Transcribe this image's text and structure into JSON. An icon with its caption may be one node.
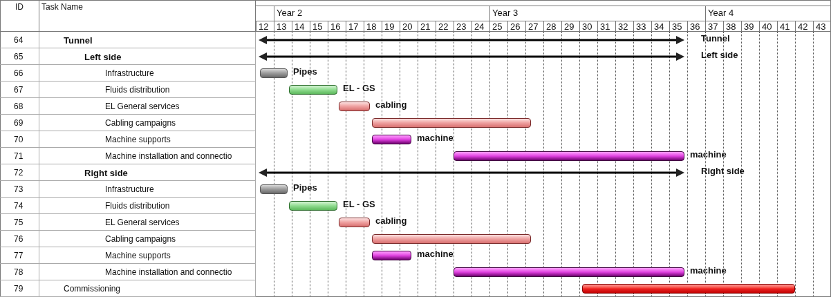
{
  "diagram": {
    "nodes": [
      {
        "text": [],
        "shape": "arrow",
        "beside": [
          "Tunnel"
        ]
      },
      {
        "text": [],
        "shape": "arrow",
        "beside": [
          "Left side"
        ]
      },
      {
        "text": [],
        "shape": "bar",
        "beside": [
          "Pipes"
        ]
      },
      {
        "text": [],
        "shape": "bar",
        "beside": [
          "EL - GS"
        ]
      },
      {
        "text": [],
        "shape": "bar",
        "beside": [
          "cabling"
        ]
      },
      {
        "text": [],
        "shape": "bar"
      },
      {
        "text": [],
        "shape": "bar",
        "beside": [
          "machine"
        ]
      },
      {
        "text": [],
        "shape": "bar",
        "beside": [
          "machine"
        ]
      },
      {
        "text": [],
        "shape": "arrow",
        "beside": [
          "Right side"
        ]
      },
      {
        "text": [],
        "shape": "bar",
        "beside": [
          "Pipes"
        ]
      },
      {
        "text": [],
        "shape": "bar",
        "beside": [
          "EL - GS"
        ]
      },
      {
        "text": [],
        "shape": "bar",
        "beside": [
          "cabling"
        ]
      },
      {
        "text": [],
        "shape": "bar"
      },
      {
        "text": [],
        "shape": "bar",
        "beside": [
          "machine"
        ]
      },
      {
        "text": [],
        "shape": "bar",
        "beside": [
          "machine"
        ]
      },
      {
        "text": [],
        "shape": "bar"
      }
    ],
    "labels": [
      "ID",
      "Task Name",
      "Year 2",
      "Year 3",
      "Year 4",
      "12",
      "13",
      "14",
      "15",
      "16",
      "17",
      "18",
      "19",
      "20",
      "21",
      "22",
      "23",
      "24",
      "25",
      "26",
      "27",
      "28",
      "29",
      "30",
      "31",
      "32",
      "33",
      "34",
      "35",
      "36",
      "37",
      "38",
      "39",
      "40",
      "41",
      "42",
      "43",
      "64",
      "Tunnel",
      "65",
      "Left side",
      "66",
      "Infrastructure",
      "67",
      "Fluids distribution",
      "68",
      "EL General services",
      "69",
      "Cabling campaigns",
      "70",
      "Machine supports",
      "71",
      "Machine installation and connectio",
      "72",
      "Right side",
      "73",
      "Infrastructure",
      "74",
      "Fluids distribution",
      "75",
      "EL General services",
      "76",
      "Cabling campaigns",
      "77",
      "Machine supports",
      "78",
      "Machine installation and connectio",
      "79",
      "Commissioning"
    ]
  }
}
